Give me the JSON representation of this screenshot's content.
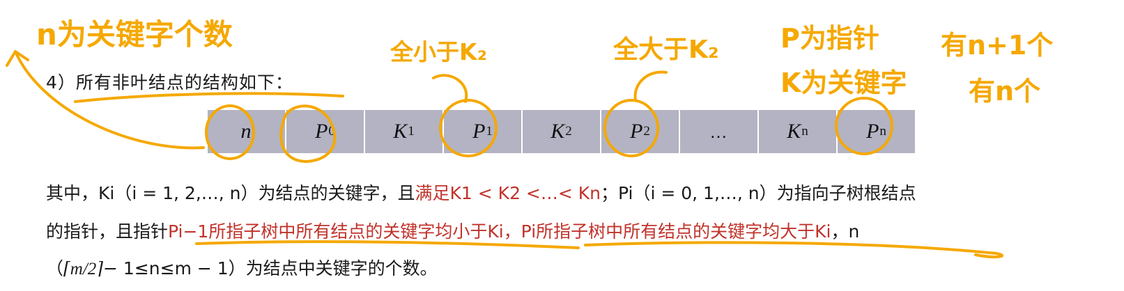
{
  "heading": "4）所有非叶结点的结构如下：",
  "node_cells": [
    {
      "sym": "n",
      "sub": ""
    },
    {
      "sym": "P",
      "sub": "0"
    },
    {
      "sym": "K",
      "sub": "1"
    },
    {
      "sym": "P",
      "sub": "1"
    },
    {
      "sym": "K",
      "sub": "2"
    },
    {
      "sym": "P",
      "sub": "2"
    },
    {
      "sym": "…",
      "sub": ""
    },
    {
      "sym": "K",
      "sub": "n"
    },
    {
      "sym": "P",
      "sub": "n"
    }
  ],
  "paragraph": {
    "line1_a": "其中，Ki（i = 1, 2,…, n）为结点的关键字，且",
    "line1_red": "满足K1 < K2 <…< Kn",
    "line1_b": "；Pi（i = 0, 1,…, n）为指向子树根结点",
    "line2_a": "的指针，且指针",
    "line2_red": "Pi−1所指子树中所有结点的关键字均小于Ki，Pi所指子树中所有结点的关键字均大于Ki",
    "line2_b": "，n",
    "line3_open": "（",
    "line3_math": "⌈m/2⌉",
    "line3_rest": "− 1≤n≤m − 1）为结点中关键字的个数。"
  },
  "handwritten": {
    "n_note": "n为关键字个数",
    "p1_note": "全小于K₂",
    "p2_note": "全大于K₂",
    "p_note": "P为指针",
    "p_count": "有n+1个",
    "k_note": "K为关键字",
    "k_count": "有n个"
  },
  "colors": {
    "annotation": "#f5a800",
    "emphasis": "#c0332b",
    "table_fill": "#b3b3c3"
  }
}
